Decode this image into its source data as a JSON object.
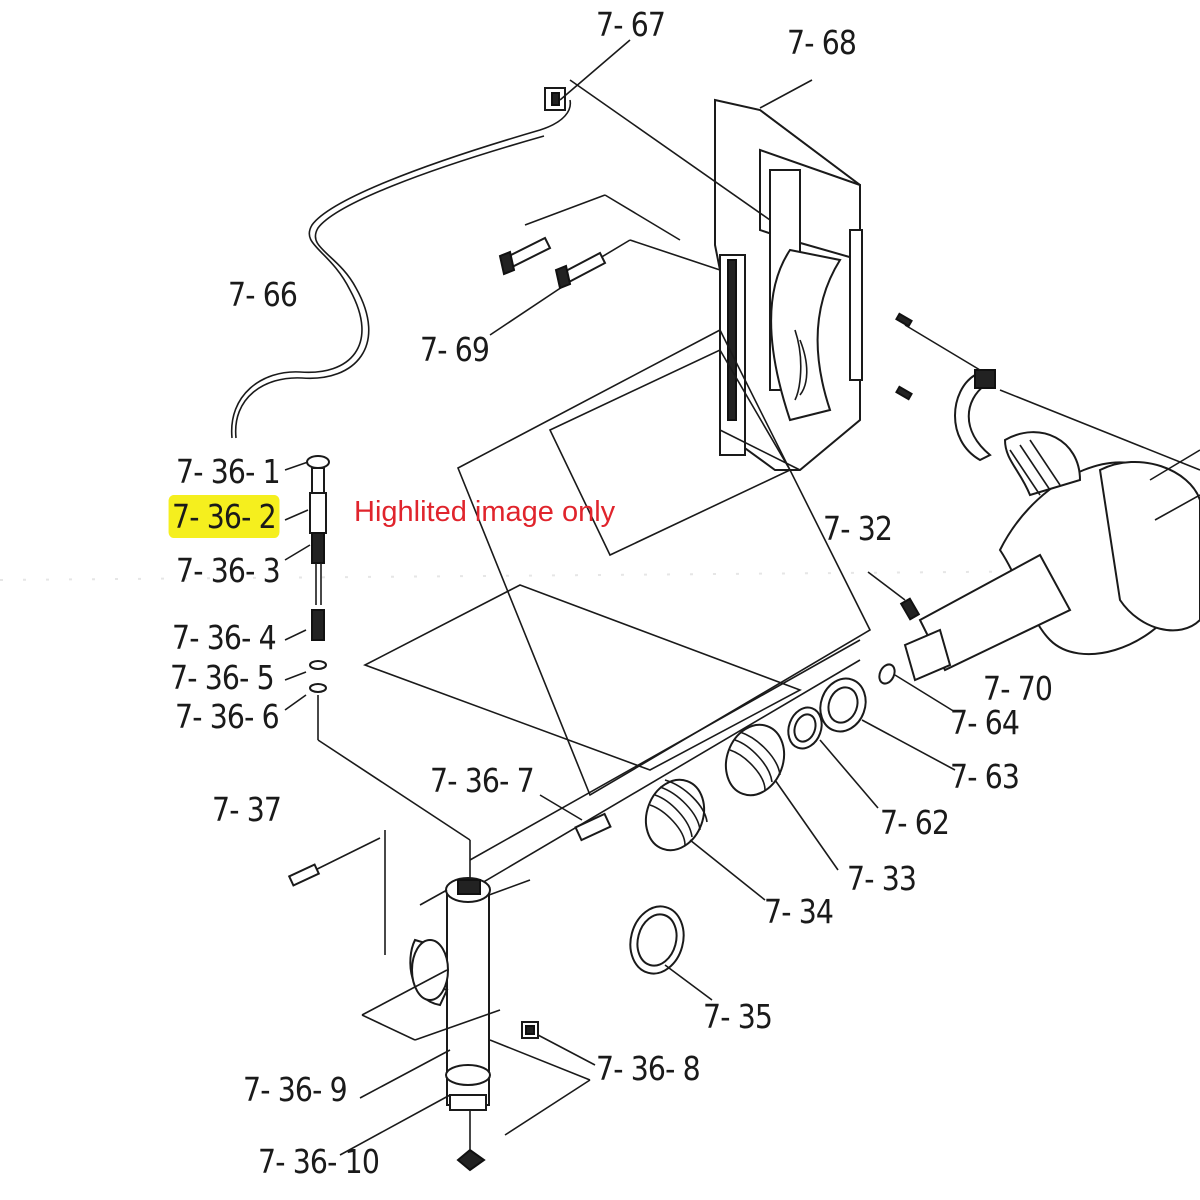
{
  "note": "Highlited image only",
  "highlight_color": "#f5ef1e",
  "note_color": "#e0242c",
  "highlighted_part": "7-36-2",
  "labels": {
    "p7_67": "7- 67",
    "p7_68": "7- 68",
    "p7_66": "7- 66",
    "p7_69": "7- 69",
    "p7_36_1": "7- 36- 1",
    "p7_36_2": "7- 36- 2",
    "p7_36_3": "7- 36- 3",
    "p7_36_4": "7- 36- 4",
    "p7_36_5": "7- 36- 5",
    "p7_36_6": "7- 36- 6",
    "p7_32": "7- 32",
    "p7_70": "7- 70",
    "p7_64": "7- 64",
    "p7_63": "7- 63",
    "p7_62": "7- 62",
    "p7_33": "7- 33",
    "p7_34": "7- 34",
    "p7_36_7": "7- 36- 7",
    "p7_37": "7- 37",
    "p7_35": "7- 35",
    "p7_36_8": "7- 36- 8",
    "p7_36_9": "7- 36- 9",
    "p7_36_10": "7- 36- 10"
  }
}
